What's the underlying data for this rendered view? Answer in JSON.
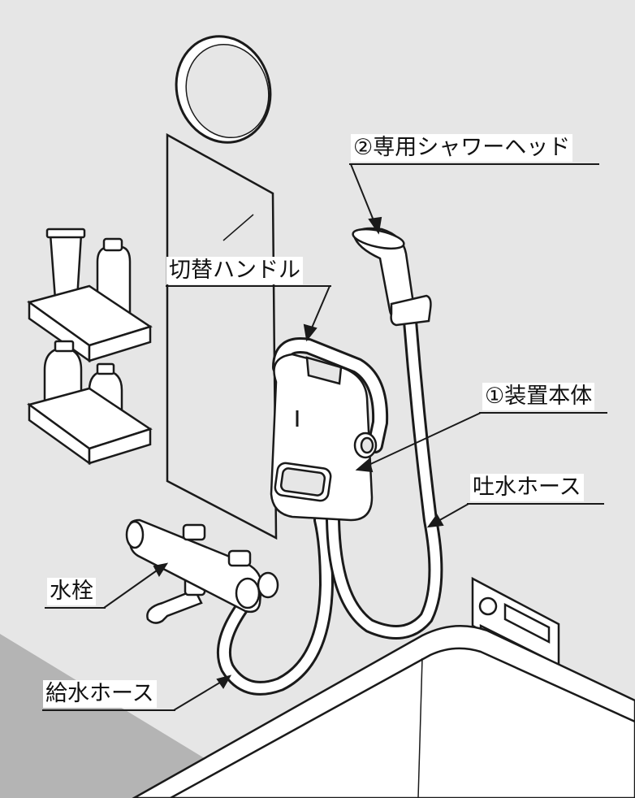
{
  "labels": {
    "shower_head": "②専用シャワーヘッド",
    "switch_handle": "切替ハンドル",
    "main_unit": "①装置本体",
    "outlet_hose": "吐水ホース",
    "faucet": "水栓",
    "supply_hose": "給水ホース"
  },
  "colors": {
    "wall": "#e6e6e6",
    "floor": "#b4b4b4",
    "line": "#1a1a1a",
    "fill": "#ffffff"
  }
}
